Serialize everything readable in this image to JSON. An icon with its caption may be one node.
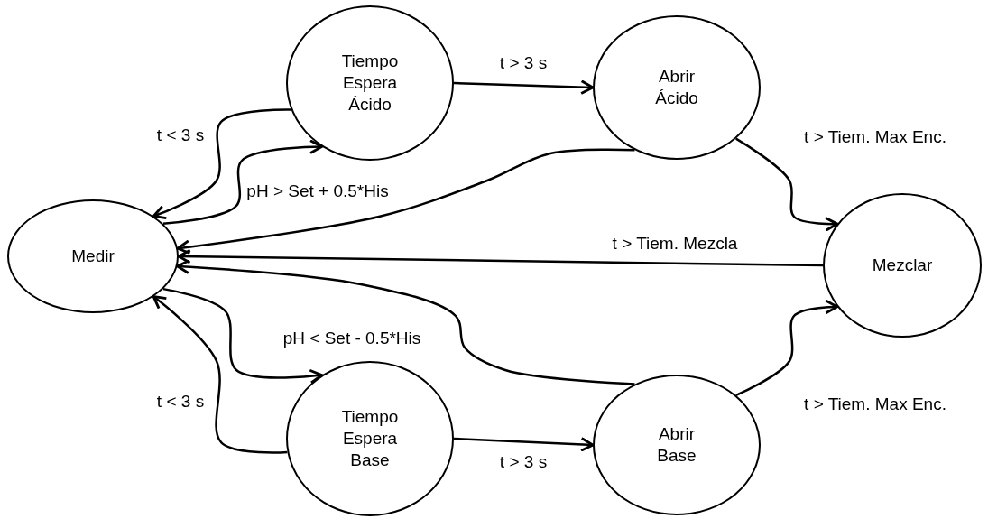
{
  "diagram": {
    "nodes": [
      {
        "text": [
          "Medir"
        ]
      },
      {
        "text": [
          "Tiempo Espera Ácido"
        ]
      },
      {
        "text": [
          "Abrir Ácido"
        ]
      },
      {
        "text": [
          "Mezclar"
        ]
      },
      {
        "text": [
          "Tiempo Espera Base"
        ]
      },
      {
        "text": [
          "Abrir Base"
        ]
      }
    ],
    "edges": [
      {
        "from": 1,
        "to": 0,
        "arrow": "to",
        "label": "t < 3 s"
      },
      {
        "from": 0,
        "to": 1,
        "arrow": "to",
        "label": "pH > Set + 0.5*His"
      },
      {
        "from": 1,
        "to": 2,
        "arrow": "to",
        "label": "t > 3 s"
      },
      {
        "from": 2,
        "to": 3,
        "arrow": "to",
        "label": "t > Tiem. Max Enc."
      },
      {
        "from": 2,
        "to": 0,
        "arrow": "to"
      },
      {
        "from": 3,
        "to": 0,
        "arrow": "to",
        "label": "t > Tiem. Mezcla"
      },
      {
        "from": 5,
        "to": 0,
        "arrow": "to"
      },
      {
        "from": 0,
        "to": 4,
        "arrow": "to",
        "label": "pH < Set - 0.5*His"
      },
      {
        "from": 4,
        "to": 0,
        "arrow": "to",
        "label": "t < 3 s"
      },
      {
        "from": 4,
        "to": 5,
        "arrow": "to",
        "label": "t > 3 s"
      },
      {
        "from": 5,
        "to": 3,
        "arrow": "to",
        "label": "t > Tiem. Max Enc."
      }
    ]
  }
}
